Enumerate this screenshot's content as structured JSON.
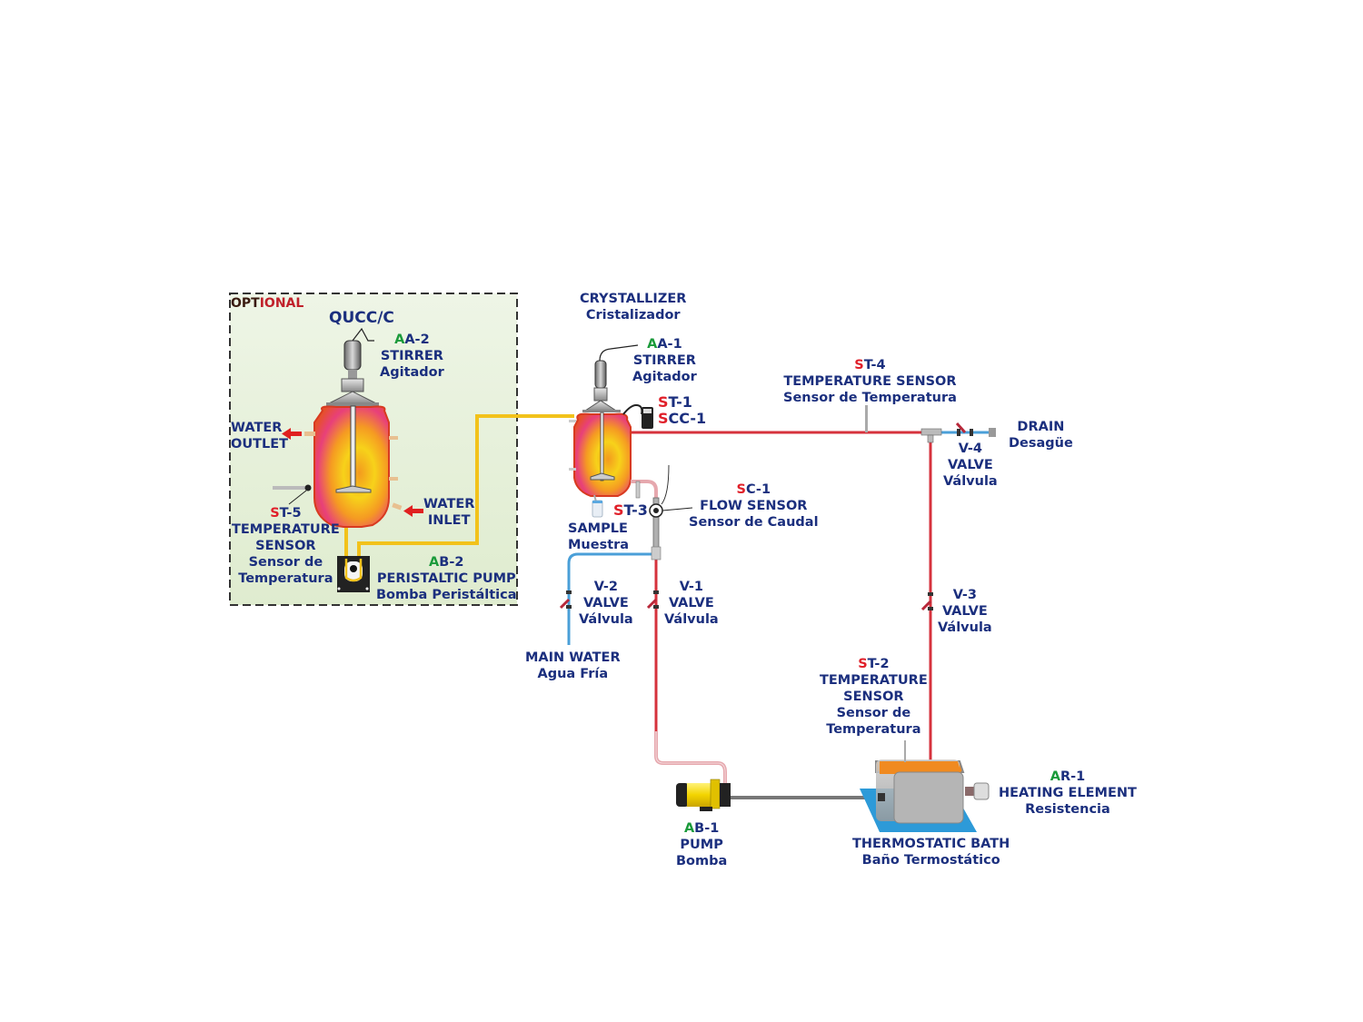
{
  "optional_box": {
    "label_prefix": "OPT",
    "label_highlight": "IONAL",
    "label_suffix": "",
    "unit_code": "QUCC/C"
  },
  "colors": {
    "label_text": "#1b2f7e",
    "prefix_sensor": "#e0202a",
    "prefix_actuator": "#1a9a3a",
    "hot_pipe": "#d6323c",
    "cold_pipe": "#4a9fd8",
    "yellow_pipe": "#f2c21b",
    "optional_bg": "#e9f2df"
  },
  "labels": {
    "aa2": {
      "prefix": "A",
      "code": "A-2",
      "name": "STIRRER",
      "spanish": "Agitador"
    },
    "water_outlet": {
      "line1": "WATER",
      "line2": "OUTLET"
    },
    "water_inlet": {
      "line1": "WATER",
      "line2": "INLET"
    },
    "st5": {
      "prefix": "S",
      "code": "T-5",
      "name1": "TEMPERATURE",
      "name2": "SENSOR",
      "spanish1": "Sensor de",
      "spanish2": "Temperatura"
    },
    "ab2": {
      "prefix": "A",
      "code": "B-2",
      "name": "PERISTALTIC PUMP",
      "spanish": "Bomba Peristáltica"
    },
    "crystallizer": {
      "name": "CRYSTALLIZER",
      "spanish": "Cristalizador"
    },
    "aa1": {
      "prefix": "A",
      "code": "A-1",
      "name": "STIRRER",
      "spanish": "Agitador"
    },
    "st1": {
      "prefix": "S",
      "code": "T-1"
    },
    "scc1": {
      "prefix": "S",
      "code": "CC-1"
    },
    "st4": {
      "prefix": "S",
      "code": "T-4",
      "name": "TEMPERATURE SENSOR",
      "spanish": "Sensor de Temperatura"
    },
    "drain": {
      "name": "DRAIN",
      "spanish": "Desagüe"
    },
    "v4": {
      "code": "V-4",
      "name": "VALVE",
      "spanish": "Válvula"
    },
    "sc1": {
      "prefix": "S",
      "code": "C-1",
      "name": "FLOW SENSOR",
      "spanish": "Sensor de Caudal"
    },
    "st3": {
      "prefix": "S",
      "code": "T-3"
    },
    "sample": {
      "name": "SAMPLE",
      "spanish": "Muestra"
    },
    "v2": {
      "code": "V-2",
      "name": "VALVE",
      "spanish": "Válvula"
    },
    "v1": {
      "code": "V-1",
      "name": "VALVE",
      "spanish": "Válvula"
    },
    "v3": {
      "code": "V-3",
      "name": "VALVE",
      "spanish": "Válvula"
    },
    "main_water": {
      "name": "MAIN WATER",
      "spanish": "Agua Fría"
    },
    "st2": {
      "prefix": "S",
      "code": "T-2",
      "name1": "TEMPERATURE",
      "name2": "SENSOR",
      "spanish1": "Sensor de",
      "spanish2": "Temperatura"
    },
    "ar1": {
      "prefix": "A",
      "code": "R-1",
      "name": "HEATING ELEMENT",
      "spanish": "Resistencia"
    },
    "ab1": {
      "prefix": "A",
      "code": "B-1",
      "name": "PUMP",
      "spanish": "Bomba"
    },
    "bath": {
      "name": "THERMOSTATIC BATH",
      "spanish": "Baño Termostático"
    }
  }
}
